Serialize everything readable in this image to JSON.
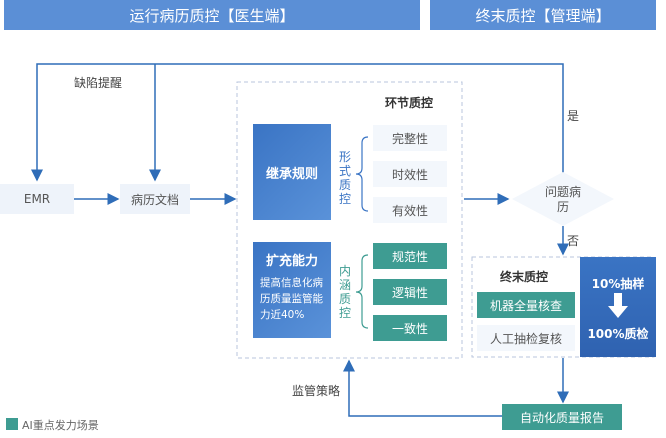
{
  "headers": {
    "left": "运行病历质控【医生端】",
    "right": "终末质控【管理端】"
  },
  "flow": {
    "defect_reminder": "缺陷提醒",
    "emr": "EMR",
    "record_doc": "病历文档",
    "link_qc_title": "环节质控",
    "inherit_rules": "继承规则",
    "formal_qc": "形式质控",
    "formal_items": [
      "完整性",
      "时效性",
      "有效性"
    ],
    "expand_ability": "扩充能力",
    "expand_desc": "提高信息化病历质量监管能力近40%",
    "content_qc": "内涵质控",
    "content_items": [
      "规范性",
      "逻辑性",
      "一致性"
    ],
    "problem_record": "问题病历",
    "yes": "是",
    "no": "否",
    "final_qc_title": "终末质控",
    "machine_check": "机器全量核查",
    "manual_check": "人工抽检复核",
    "sample_pct": "10%抽样",
    "full_pct": "100%质检",
    "auto_report": "自动化质量报告",
    "supervision": "监管策略"
  },
  "legend": {
    "label": "AI重点发力场景",
    "color": "#3e9c92"
  },
  "colors": {
    "header": "#5b8fd6",
    "primary_blue": "#3a74c4",
    "teal": "#3e9c92",
    "line": "#2f6db8"
  }
}
